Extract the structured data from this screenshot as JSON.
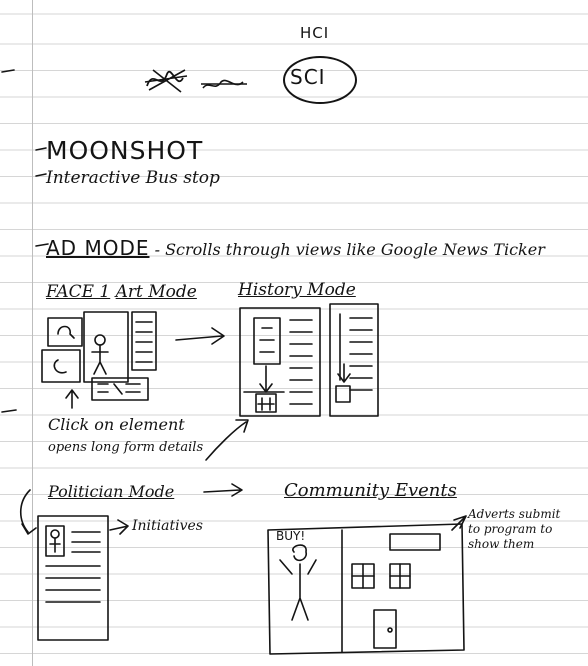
{
  "header": {
    "left_label": "HCI",
    "right_label": "SCI"
  },
  "title": "MOONSHOT",
  "subtitle": "Interactive Bus stop",
  "ad_mode": {
    "label": "AD MODE",
    "description": "- Scrolls through views like Google News Ticker"
  },
  "modes": {
    "face_number": "FACE 1",
    "art": "Art Mode",
    "history": "History Mode",
    "politician": "Politician Mode",
    "community": "Community Events"
  },
  "notes": {
    "click_line1": "Click on element",
    "click_line2": "opens long form details",
    "initiatives": "Initiatives",
    "adverts_line1": "Adverts submit",
    "adverts_line2": "to program to",
    "adverts_line3": "show them",
    "buy": "BUY!"
  },
  "colors": {
    "ink": "#141414",
    "paper": "#ffffff",
    "ruling": "#d6d6d6"
  }
}
